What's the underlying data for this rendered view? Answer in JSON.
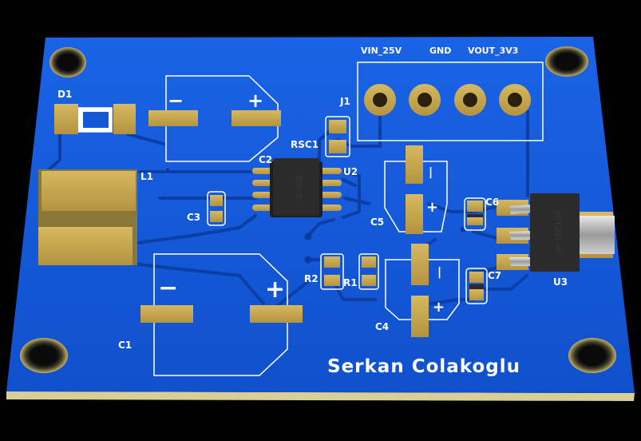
{
  "board": {
    "author": "Serkan Colakoglu",
    "colors": {
      "background": "#000000",
      "soldermask": "#1558d6",
      "trace": "#0c3fa6",
      "board_edge": "#d9cf96",
      "copper_pad": "#c8a850",
      "silkscreen": "#ffffff"
    }
  },
  "connector": {
    "ref": "J1",
    "pins": [
      "VIN_25V",
      "GND",
      "VOUT_3V3"
    ]
  },
  "components": {
    "d1": "D1",
    "l1": "L1",
    "c1": "C1",
    "c2": "C2",
    "c3": "C3",
    "c4": "C4",
    "c5": "C5",
    "c6": "C6",
    "c7": "C7",
    "r1": "R1",
    "r2": "R2",
    "rsc1": "RSC1",
    "u2": "U2",
    "u3": "U3"
  },
  "chips": {
    "u2_package": "SOIC8",
    "u3_package": "SOT-223-4P"
  },
  "polarity": {
    "minus": "−",
    "plus": "+",
    "bar": "|"
  }
}
